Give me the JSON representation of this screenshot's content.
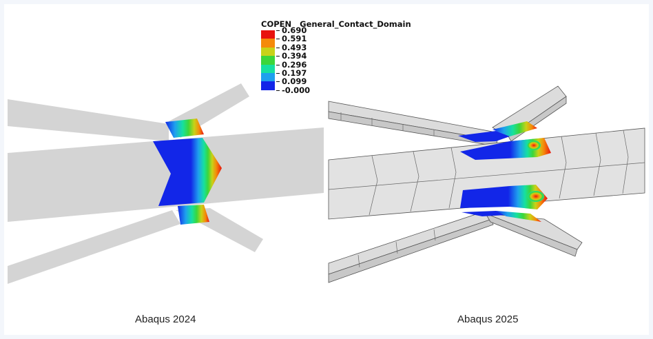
{
  "legend": {
    "variable": "COPEN",
    "domain": "General_Contact_Domain",
    "values": [
      "0.690",
      "0.591",
      "0.493",
      "0.394",
      "0.296",
      "0.197",
      "0.099",
      "-0.000"
    ],
    "colors": [
      "#e8130f",
      "#f58a0a",
      "#c8d218",
      "#3cd63a",
      "#16e0a0",
      "#1ea0ee",
      "#1226e8"
    ]
  },
  "panels": [
    {
      "caption": "Abaqus 2024"
    },
    {
      "caption": "Abaqus 2025"
    }
  ]
}
